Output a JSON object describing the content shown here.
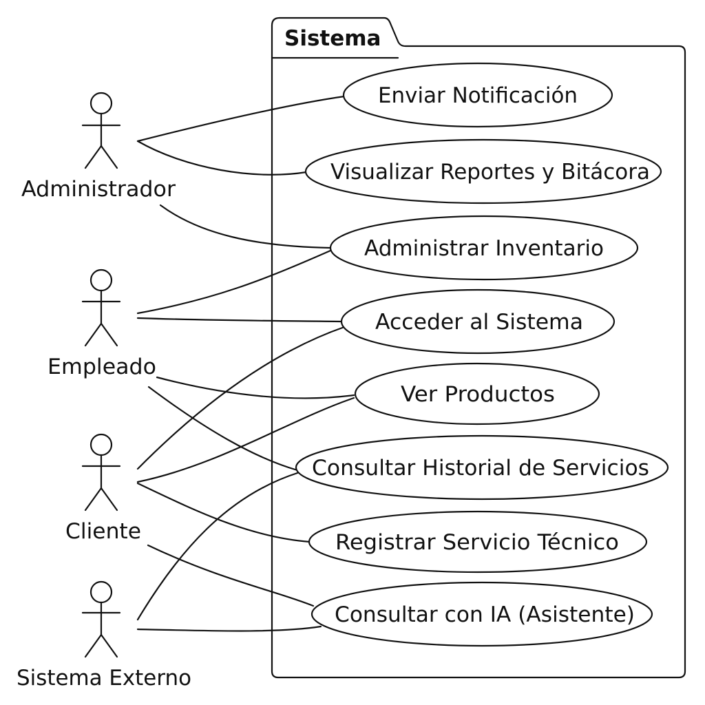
{
  "system": {
    "title": "Sistema"
  },
  "actors": [
    {
      "id": "administrador",
      "label": "Administrador"
    },
    {
      "id": "empleado",
      "label": "Empleado"
    },
    {
      "id": "cliente",
      "label": "Cliente"
    },
    {
      "id": "sistema-externo",
      "label": "Sistema Externo"
    }
  ],
  "use_cases": [
    {
      "id": "enviar-notificacion",
      "label": "Enviar Notificación"
    },
    {
      "id": "visualizar-reportes",
      "label": "Visualizar Reportes y Bitácora"
    },
    {
      "id": "administrar-inventario",
      "label": "Administrar Inventario"
    },
    {
      "id": "acceder-sistema",
      "label": "Acceder al Sistema"
    },
    {
      "id": "ver-productos",
      "label": "Ver Productos"
    },
    {
      "id": "consultar-historial",
      "label": "Consultar Historial de Servicios"
    },
    {
      "id": "registrar-servicio",
      "label": "Registrar Servicio Técnico"
    },
    {
      "id": "consultar-ia",
      "label": "Consultar con IA (Asistente)"
    }
  ],
  "associations": [
    {
      "actor": "administrador",
      "use_case": "enviar-notificacion"
    },
    {
      "actor": "administrador",
      "use_case": "visualizar-reportes"
    },
    {
      "actor": "administrador",
      "use_case": "administrar-inventario"
    },
    {
      "actor": "empleado",
      "use_case": "administrar-inventario"
    },
    {
      "actor": "empleado",
      "use_case": "acceder-sistema"
    },
    {
      "actor": "empleado",
      "use_case": "ver-productos"
    },
    {
      "actor": "empleado",
      "use_case": "consultar-historial"
    },
    {
      "actor": "cliente",
      "use_case": "acceder-sistema"
    },
    {
      "actor": "cliente",
      "use_case": "ver-productos"
    },
    {
      "actor": "cliente",
      "use_case": "registrar-servicio"
    },
    {
      "actor": "cliente",
      "use_case": "consultar-ia"
    },
    {
      "actor": "sistema-externo",
      "use_case": "consultar-historial"
    },
    {
      "actor": "sistema-externo",
      "use_case": "consultar-ia"
    }
  ]
}
